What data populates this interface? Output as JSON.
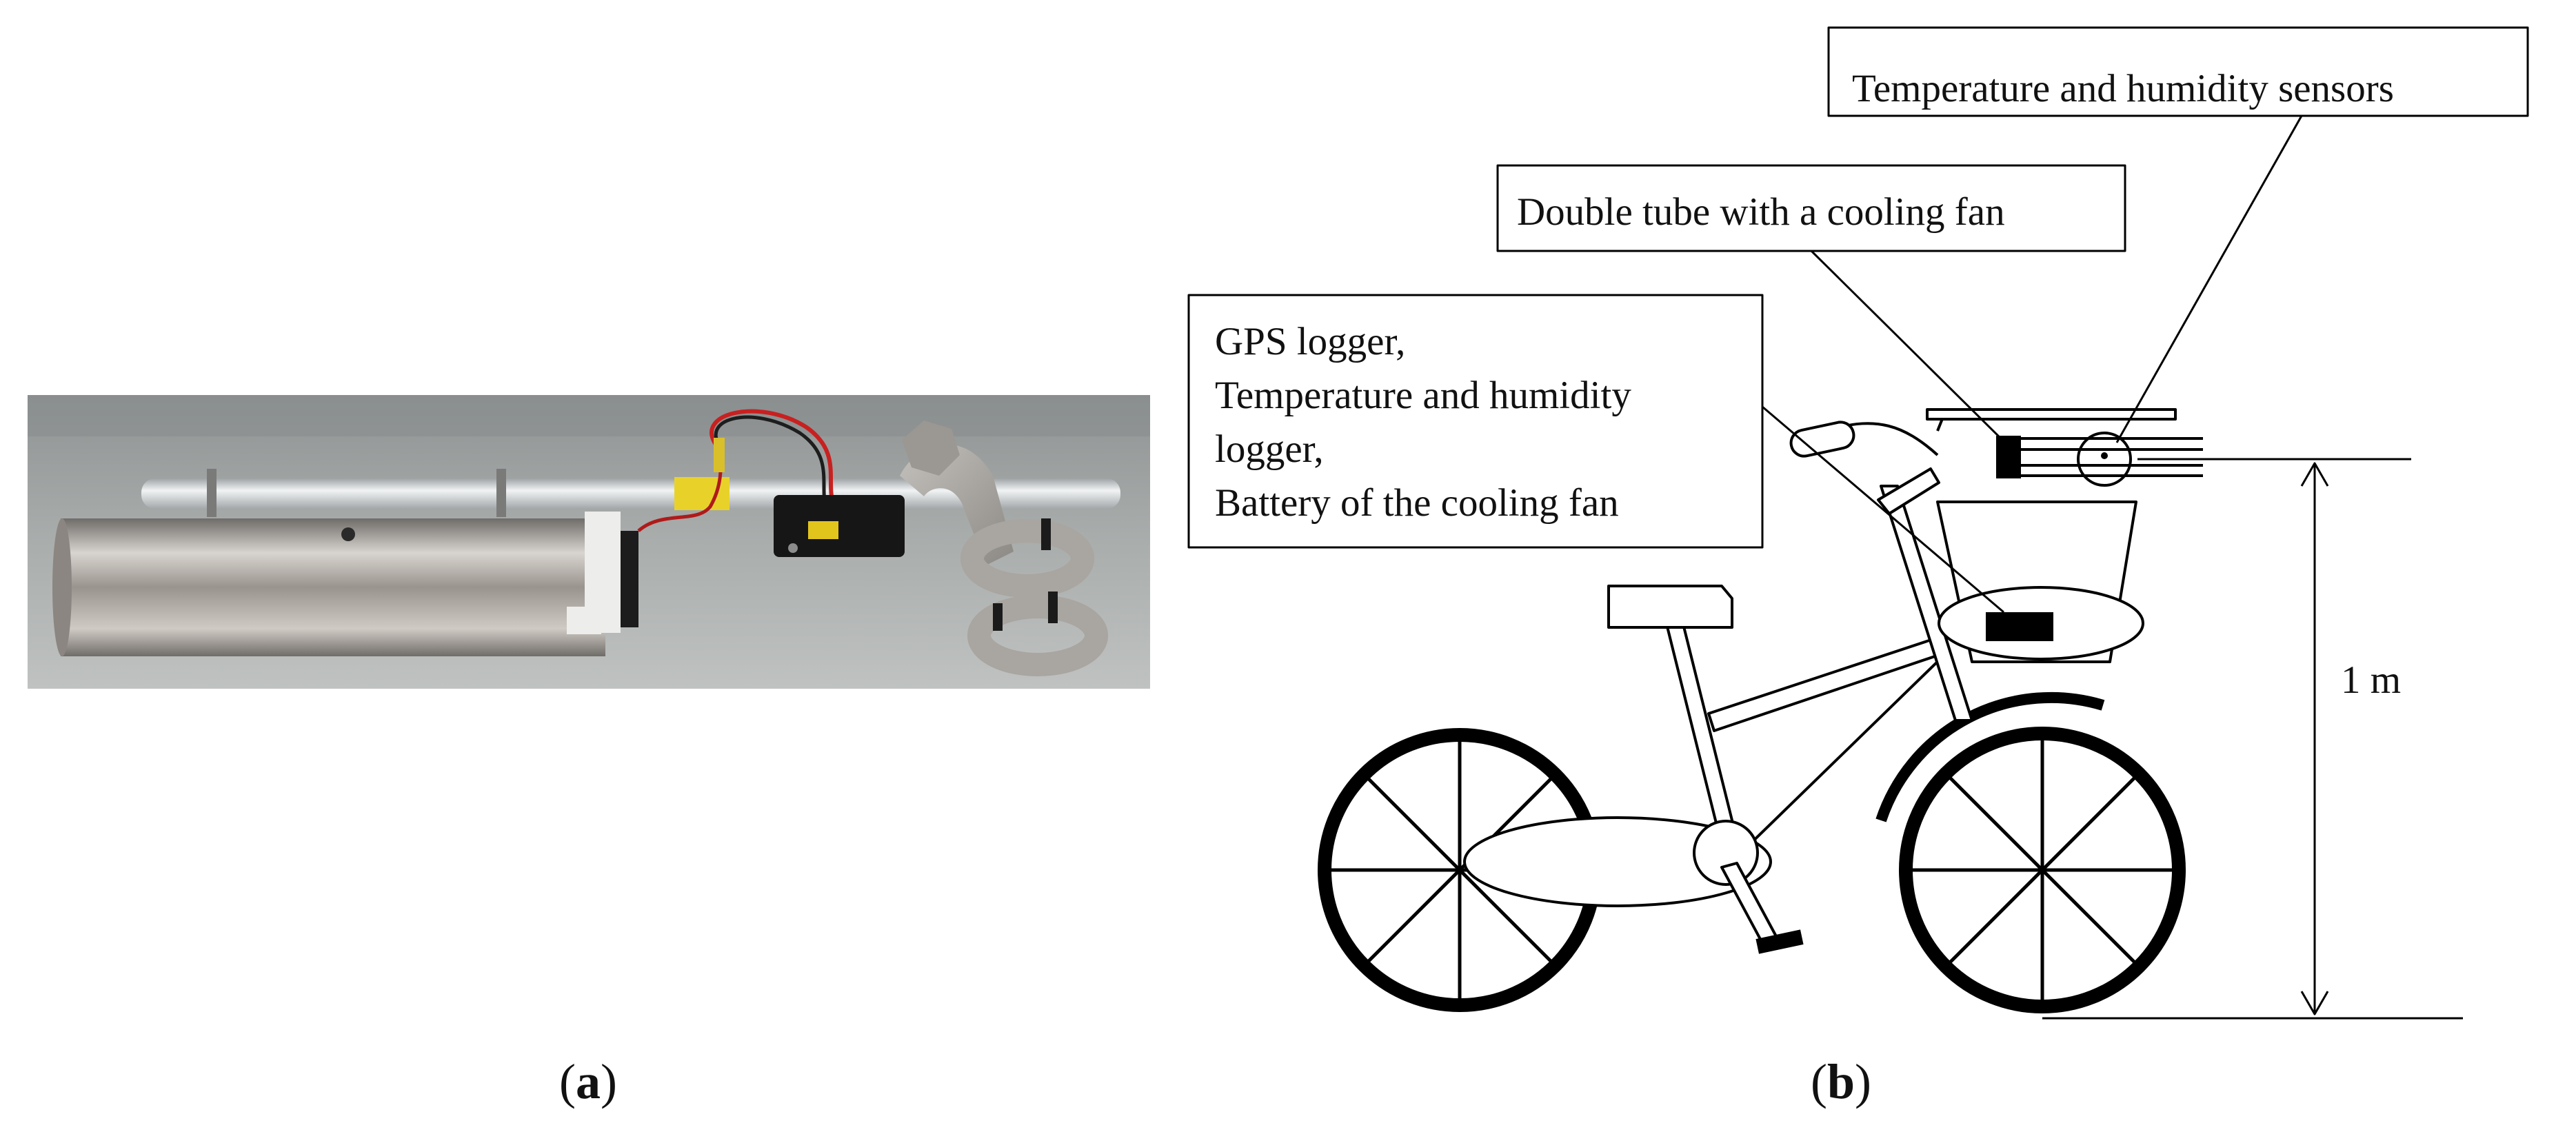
{
  "panel_a": {
    "caption_open": "(",
    "caption_letter": "a",
    "caption_close": ")"
  },
  "panel_b": {
    "caption_open": "(",
    "caption_letter": "b",
    "caption_close": ")",
    "labels": {
      "sensors": "Temperature and humidity sensors",
      "tube": "Double tube with a cooling fan",
      "logger_line1": "GPS logger,",
      "logger_line2": "Temperature and humidity",
      "logger_line3": "logger,",
      "logger_line4": "Battery of the cooling fan",
      "height": "1 m"
    }
  }
}
